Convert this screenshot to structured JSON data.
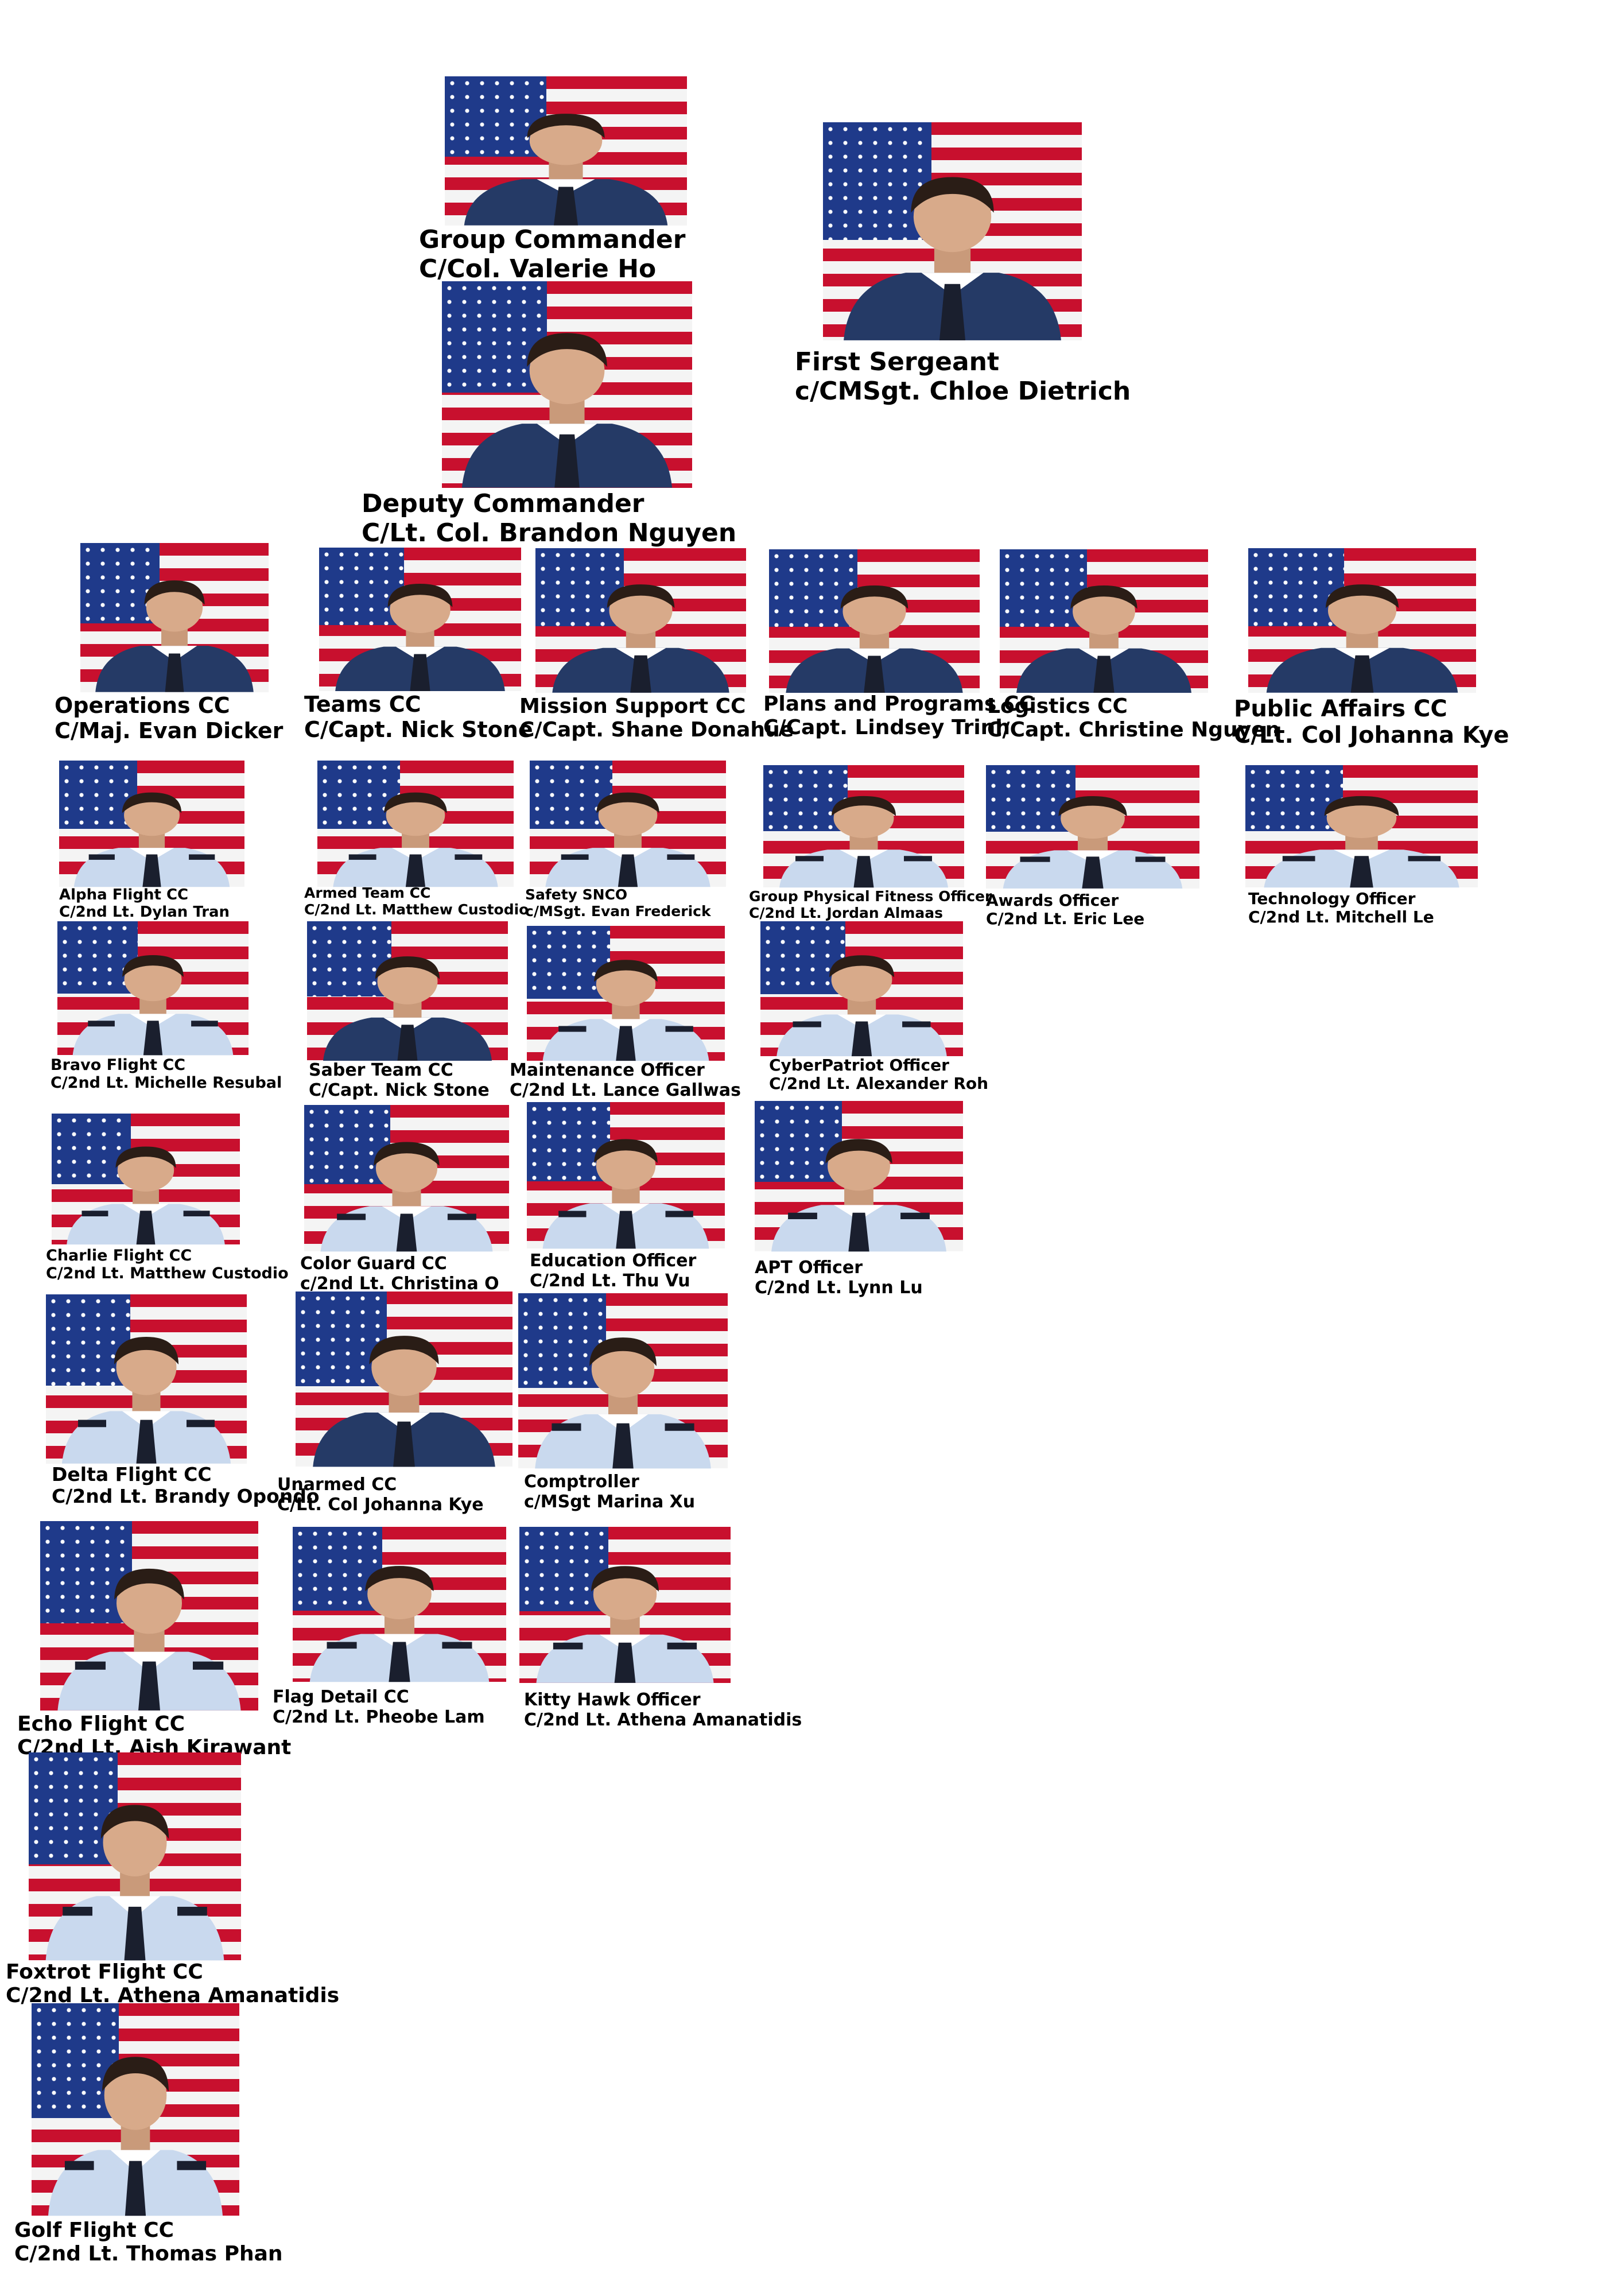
{
  "colors": {
    "flag_red": "#c8102e",
    "flag_white": "#f4f4f4",
    "flag_blue": "#1f3a8a",
    "uniform_dark": "#253a66",
    "uniform_light": "#c9d9ee",
    "label_text": "#000000"
  },
  "members": [
    {
      "title": "Group Commander",
      "name": "C/Col. Valerie Ho",
      "uniform": "dark"
    },
    {
      "title": "First Sergeant",
      "name": "c/CMSgt. Chloe Dietrich",
      "uniform": "dark"
    },
    {
      "title": "Deputy Commander",
      "name": "C/Lt. Col. Brandon Nguyen",
      "uniform": "dark"
    },
    {
      "title": "Operations CC",
      "name": "C/Maj. Evan Dicker",
      "uniform": "dark"
    },
    {
      "title": "Teams CC",
      "name": "C/Capt. Nick Stone",
      "uniform": "dark"
    },
    {
      "title": "Mission Support CC",
      "name": "C/Capt. Shane Donahue",
      "uniform": "dark"
    },
    {
      "title": "Plans and Programs CC",
      "name": "C/Capt. Lindsey Trinh",
      "uniform": "dark"
    },
    {
      "title": "Logistics CC",
      "name": "C/Capt. Christine Nguyen",
      "uniform": "dark"
    },
    {
      "title": "Public Affairs CC",
      "name": "C/Lt. Col Johanna Kye",
      "uniform": "dark"
    },
    {
      "title": "Alpha Flight CC",
      "name": "C/2nd Lt. Dylan Tran",
      "uniform": "light"
    },
    {
      "title": "Armed Team CC",
      "name": "C/2nd Lt. Matthew Custodio",
      "uniform": "light"
    },
    {
      "title": "Safety SNCO",
      "name": "c/MSgt. Evan Frederick",
      "uniform": "light"
    },
    {
      "title": "Group Physical Fitness Officer",
      "name": "C/2nd Lt. Jordan Almaas",
      "uniform": "light"
    },
    {
      "title": "Awards Officer",
      "name": "C/2nd Lt. Eric Lee",
      "uniform": "light"
    },
    {
      "title": "Technology Officer",
      "name": "C/2nd Lt. Mitchell Le",
      "uniform": "light"
    },
    {
      "title": "Bravo Flight CC",
      "name": "C/2nd Lt. Michelle Resubal",
      "uniform": "light"
    },
    {
      "title": "Saber Team CC",
      "name": "C/Capt. Nick Stone",
      "uniform": "dark"
    },
    {
      "title": "Maintenance Officer",
      "name": "C/2nd Lt. Lance Gallwas",
      "uniform": "light"
    },
    {
      "title": "CyberPatriot Officer",
      "name": "C/2nd Lt. Alexander Roh",
      "uniform": "light"
    },
    {
      "title": "Charlie Flight CC",
      "name": "C/2nd Lt. Matthew Custodio",
      "uniform": "light"
    },
    {
      "title": "Color Guard CC",
      "name": "c/2nd Lt. Christina O",
      "uniform": "light"
    },
    {
      "title": "Education Officer",
      "name": "C/2nd Lt. Thu Vu",
      "uniform": "light"
    },
    {
      "title": "APT Officer",
      "name": "C/2nd Lt. Lynn Lu",
      "uniform": "light"
    },
    {
      "title": "Delta Flight CC",
      "name": "C/2nd Lt. Brandy Opondo",
      "uniform": "light"
    },
    {
      "title": "Unarmed CC",
      "name": "C/Lt. Col Johanna Kye",
      "uniform": "dark"
    },
    {
      "title": "Comptroller",
      "name": "c/MSgt Marina Xu",
      "uniform": "light"
    },
    {
      "title": "Echo Flight CC",
      "name": "C/2nd Lt. Aish Kirawant",
      "uniform": "light"
    },
    {
      "title": "Flag Detail CC",
      "name": "C/2nd Lt. Pheobe Lam",
      "uniform": "light"
    },
    {
      "title": "Kitty Hawk Officer",
      "name": "C/2nd Lt. Athena Amanatidis",
      "uniform": "light"
    },
    {
      "title": "Foxtrot Flight CC",
      "name": "C/2nd Lt. Athena Amanatidis",
      "uniform": "light"
    },
    {
      "title": "Golf Flight CC",
      "name": "C/2nd Lt. Thomas Phan",
      "uniform": "light"
    }
  ]
}
